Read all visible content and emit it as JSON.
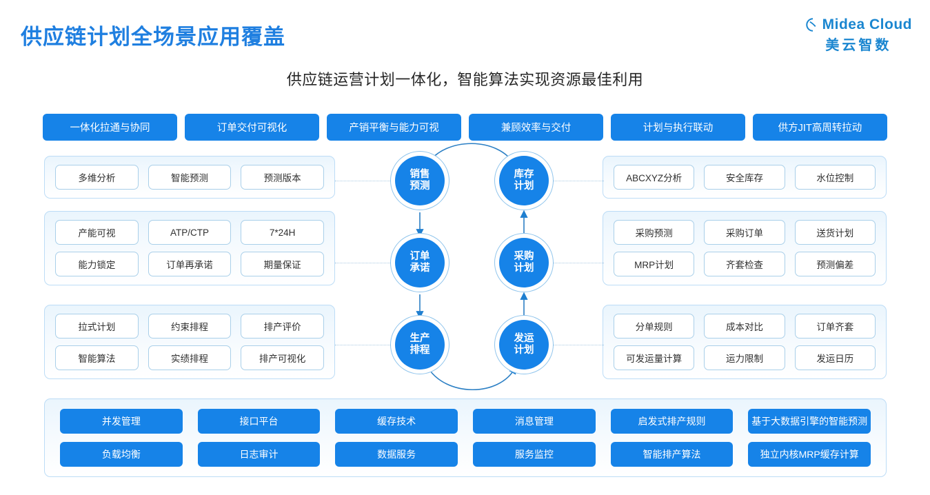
{
  "header": {
    "title": "供应链计划全场景应用覆盖",
    "subtitle": "供应链运营计划一体化，智能算法实现资源最佳利用",
    "logo": {
      "mark": "midea-swirl-icon",
      "name": "Midea Cloud",
      "name_cn": "美云智数"
    },
    "accent_color": "#1683e8",
    "title_color": "#1f7fe0"
  },
  "top_row": {
    "items": [
      {
        "label": "一体化拉通与协同"
      },
      {
        "label": "订单交付可视化"
      },
      {
        "label": "产销平衡与能力可视"
      },
      {
        "label": "兼顾效率与交付"
      },
      {
        "label": "计划与执行联动"
      },
      {
        "label": "供方JIT高周转拉动"
      }
    ]
  },
  "left_panels": [
    {
      "id": "L1",
      "rows": [
        [
          "多维分析",
          "智能预测",
          "预测版本"
        ]
      ]
    },
    {
      "id": "L2",
      "rows": [
        [
          "产能可视",
          "ATP/CTP",
          "7*24H"
        ],
        [
          "能力锁定",
          "订单再承诺",
          "期量保证"
        ]
      ]
    },
    {
      "id": "L3",
      "rows": [
        [
          "拉式计划",
          "约束排程",
          "排产评价"
        ],
        [
          "智能算法",
          "实绩排程",
          "排产可视化"
        ]
      ]
    }
  ],
  "right_panels": [
    {
      "id": "R1",
      "rows": [
        [
          "ABCXYZ分析",
          "安全库存",
          "水位控制"
        ]
      ]
    },
    {
      "id": "R2",
      "rows": [
        [
          "采购预测",
          "采购订单",
          "送货计划"
        ],
        [
          "MRP计划",
          "齐套检查",
          "预测偏差"
        ]
      ]
    },
    {
      "id": "R3",
      "rows": [
        [
          "分单规则",
          "成本对比",
          "订单齐套"
        ],
        [
          "可发运量计算",
          "运力限制",
          "发运日历"
        ]
      ]
    }
  ],
  "cycle": {
    "nodes": [
      {
        "id": "sales",
        "line1": "销售",
        "line2": "预测"
      },
      {
        "id": "inventory",
        "line1": "库存",
        "line2": "计划"
      },
      {
        "id": "order",
        "line1": "订单",
        "line2": "承诺"
      },
      {
        "id": "procurement",
        "line1": "采购",
        "line2": "计划"
      },
      {
        "id": "production",
        "line1": "生产",
        "line2": "排程"
      },
      {
        "id": "shipping",
        "line1": "发运",
        "line2": "计划"
      }
    ],
    "flow": [
      "sales",
      "order",
      "production",
      "shipping",
      "procurement",
      "inventory",
      "sales"
    ]
  },
  "bottom_panel": {
    "rows": [
      [
        "并发管理",
        "接口平台",
        "缓存技术",
        "消息管理",
        "启发式排产规则",
        "基于大数据引擎的智能预测"
      ],
      [
        "负载均衡",
        "日志审计",
        "数据服务",
        "服务监控",
        "智能排产算法",
        "独立内核MRP缓存计算"
      ]
    ]
  }
}
